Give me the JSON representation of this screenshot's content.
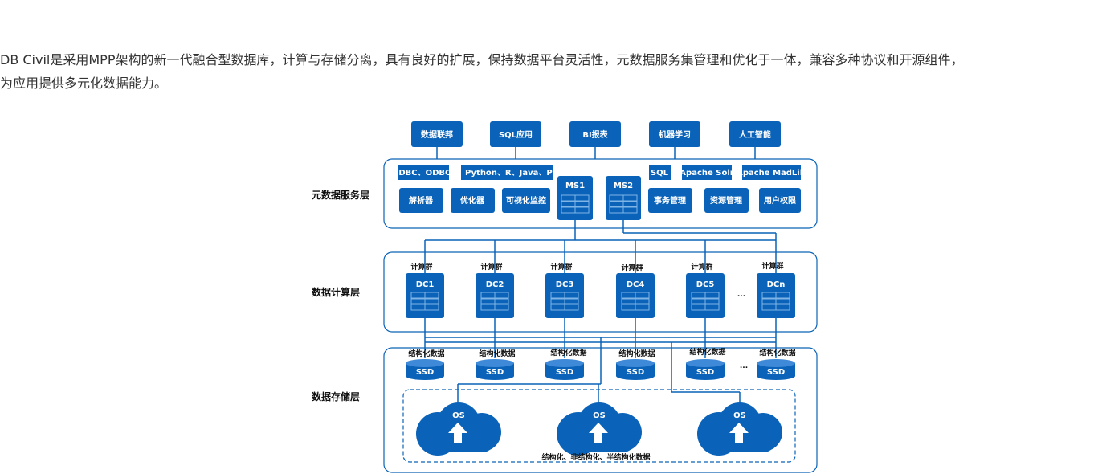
{
  "intro": {
    "line1": "DB Civil是采用MPP架构的新一代融合型数据库，计算与存储分离，具有良好的扩展，保持数据平台灵活性，元数据服务集管理和优化于一体，兼容多种协议和开源组件，",
    "line2": "为应用提供多元化数据能力。"
  },
  "diagram": {
    "accent_color": "#0a63b8",
    "apps": [
      "数据联邦",
      "SQL应用",
      "BI报表",
      "机器学习",
      "人工智能"
    ],
    "layers": {
      "metadata": "元数据服务层",
      "compute": "数据计算层",
      "storage": "数据存储层"
    },
    "interfaces": {
      "jdbc": "JDBC、ODBC",
      "langs": "Python、R、Java、Perl、C",
      "sql": "SQL",
      "solr": "Apache Solr",
      "madlib": "Apache MadLib"
    },
    "modules": [
      "解析器",
      "优化器",
      "可视化监控",
      "事务管理",
      "资源管理",
      "用户权限"
    ],
    "ms": [
      "MS1",
      "MS2"
    ],
    "cluster_label": "计算群",
    "dcs": [
      "DC1",
      "DC2",
      "DC3",
      "DC4",
      "DC5",
      "DCn"
    ],
    "ellipsis": "...",
    "structured_label": "结构化数据",
    "ssd": "SSD",
    "os": "OS",
    "os_caption": "结构化、非结构化、半结构化数据"
  }
}
